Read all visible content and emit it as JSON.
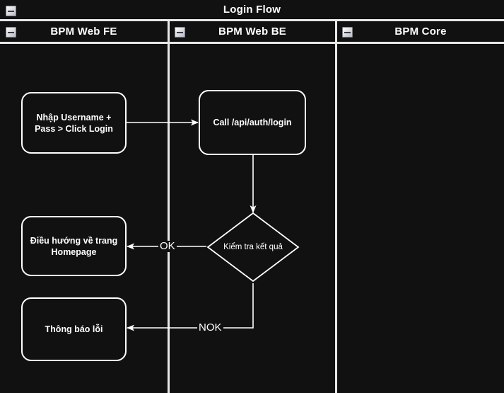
{
  "diagram": {
    "type": "swimlane-flowchart",
    "pool_title": "Login Flow",
    "collapse_icon": "minus-box-icon",
    "colors": {
      "background": "#111111",
      "stroke": "#ffffff",
      "lane_divider": "#e8e8e8",
      "text": "#ffffff"
    },
    "lanes": [
      {
        "id": "fe",
        "label": "BPM Web FE"
      },
      {
        "id": "be",
        "label": "BPM Web BE"
      },
      {
        "id": "core",
        "label": "BPM Core"
      }
    ],
    "nodes": [
      {
        "id": "n1",
        "lane": "fe",
        "shape": "rounded-rect",
        "label": "Nhập Username +\nPass > Click Login"
      },
      {
        "id": "n2",
        "lane": "be",
        "shape": "rounded-rect",
        "label": "Call /api/auth/login"
      },
      {
        "id": "n3",
        "lane": "be",
        "shape": "diamond",
        "label": "Kiểm tra kết quả"
      },
      {
        "id": "n4",
        "lane": "fe",
        "shape": "rounded-rect",
        "label": "Điều hướng về trang\nHomepage"
      },
      {
        "id": "n5",
        "lane": "fe",
        "shape": "rounded-rect",
        "label": "Thông báo lỗi"
      }
    ],
    "edges": [
      {
        "id": "e1",
        "from": "n1",
        "to": "n2",
        "label": ""
      },
      {
        "id": "e2",
        "from": "n2",
        "to": "n3",
        "label": ""
      },
      {
        "id": "e3",
        "from": "n3",
        "to": "n4",
        "label": "OK"
      },
      {
        "id": "e4",
        "from": "n3",
        "to": "n5",
        "label": "NOK"
      }
    ]
  }
}
